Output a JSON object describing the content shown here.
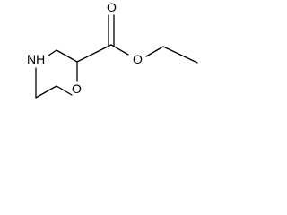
{
  "molecule": {
    "atoms": {
      "ring_nitrogen": "NH",
      "ring_oxygen": "O",
      "carbonyl_oxygen": "O",
      "ester_oxygen": "O"
    }
  }
}
